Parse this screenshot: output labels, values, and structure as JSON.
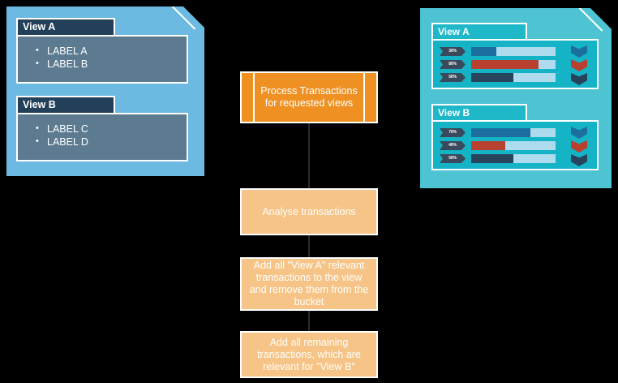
{
  "left_panel": {
    "name": "source-bucket-note",
    "background_color": "#6CB9E2",
    "views": [
      {
        "title": "View A",
        "labels": [
          "LABEL A",
          "LABEL B"
        ]
      },
      {
        "title": "View B",
        "labels": [
          "LABEL C",
          "LABEL D"
        ]
      }
    ]
  },
  "flow": {
    "steps": [
      {
        "id": "process",
        "label": "Process Transactions for requested views",
        "line1": "Process Transactions",
        "line2": "for requested views",
        "shape": "subprocess",
        "color": "#EF9122"
      },
      {
        "id": "analyse",
        "label": "Analyse transactions",
        "shape": "process",
        "color": "#F6C486"
      },
      {
        "id": "add-view-a",
        "label": "Add all \"View A\" relevant transactions to the view and remove them from the bucket",
        "shape": "process",
        "color": "#F6C486"
      },
      {
        "id": "add-view-b",
        "label": "Add all remaining transactions, which are relevant for \"View B\"",
        "shape": "process",
        "color": "#F6C486"
      }
    ]
  },
  "right_panel": {
    "name": "result-views-note",
    "background_color": "#4EC3D2",
    "views": [
      {
        "title": "View A",
        "chart_data": {
          "type": "bar",
          "orientation": "horizontal",
          "title": "View A",
          "categories": [
            "30%",
            "80%",
            "50%"
          ],
          "values": [
            30,
            80,
            50
          ],
          "xlabel": "",
          "ylabel": "",
          "xlim": [
            0,
            100
          ],
          "grid": false,
          "legend": "none",
          "bar_colors": [
            "#1B6E9E",
            "#B8402F",
            "#27445C"
          ],
          "track_color": "#AEDBEE"
        },
        "chevrons": [
          "#1B6E9E",
          "#B8402F",
          "#27445C"
        ]
      },
      {
        "title": "View B",
        "chart_data": {
          "type": "bar",
          "orientation": "horizontal",
          "title": "View B",
          "categories": [
            "70%",
            "40%",
            "50%"
          ],
          "values": [
            70,
            40,
            50
          ],
          "xlabel": "",
          "ylabel": "",
          "xlim": [
            0,
            100
          ],
          "grid": false,
          "legend": "none",
          "bar_colors": [
            "#1B6E9E",
            "#B8402F",
            "#27445C"
          ],
          "track_color": "#AEDBEE"
        },
        "chevrons": [
          "#1B6E9E",
          "#B8402F",
          "#27445C"
        ]
      }
    ]
  }
}
